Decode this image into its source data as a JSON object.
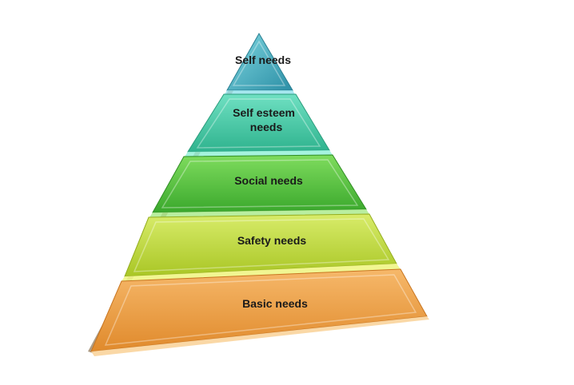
{
  "pyramid": {
    "tiers": [
      {
        "id": "self",
        "lines": [
          "Self needs"
        ],
        "color": "#3aa6b9"
      },
      {
        "id": "self-esteem",
        "lines": [
          "Self esteem",
          "needs"
        ],
        "color": "#3cc4a0"
      },
      {
        "id": "social",
        "lines": [
          "Social needs"
        ],
        "color": "#4cbf3a"
      },
      {
        "id": "safety",
        "lines": [
          "Safety needs"
        ],
        "color": "#b8d22e"
      },
      {
        "id": "basic",
        "lines": [
          "Basic needs"
        ],
        "color": "#f0963a"
      }
    ]
  }
}
